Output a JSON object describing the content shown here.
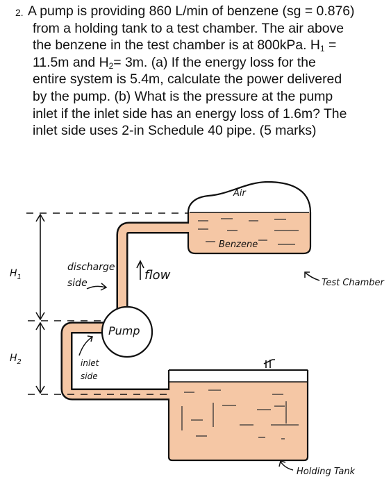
{
  "problem": {
    "number": "2.",
    "lines": [
      "A pump is providing 860 L/min of benzene (sg = 0.876)",
      "from a holding tank to a test chamber.  The air above",
      "the benzene in the test chamber is at 800kPa.  H",
      "11.5m and H",
      "entire system is 5.4m, calculate the power delivered",
      "by the pump.  (b) What is the pressure at the pump",
      "inlet if the inlet side has an energy loss of 1.6m?  The",
      "inlet side uses 2-in Schedule 40 pipe.  (5 marks)"
    ],
    "sub1": "1",
    "line3_tail": " =",
    "sub2": "2",
    "line4_tail": "= 3m.  (a)  If the energy loss for the"
  },
  "diagram": {
    "air_label": "Air",
    "benzene_label": "Benzene",
    "discharge_label_1": "discharge",
    "discharge_label_2": "side",
    "flow_label": "flow",
    "test_chamber_label": "Test Chamber",
    "pump_label": "Pump",
    "inlet_label_1": "inlet",
    "inlet_label_2": "side",
    "holding_tank_label": "Holding Tank",
    "h1_label": "H",
    "h1_sub": "1",
    "h2_label": "H",
    "h2_sub": "2",
    "colors": {
      "liquid": "#f5c7a5",
      "ink": "#111111"
    }
  }
}
